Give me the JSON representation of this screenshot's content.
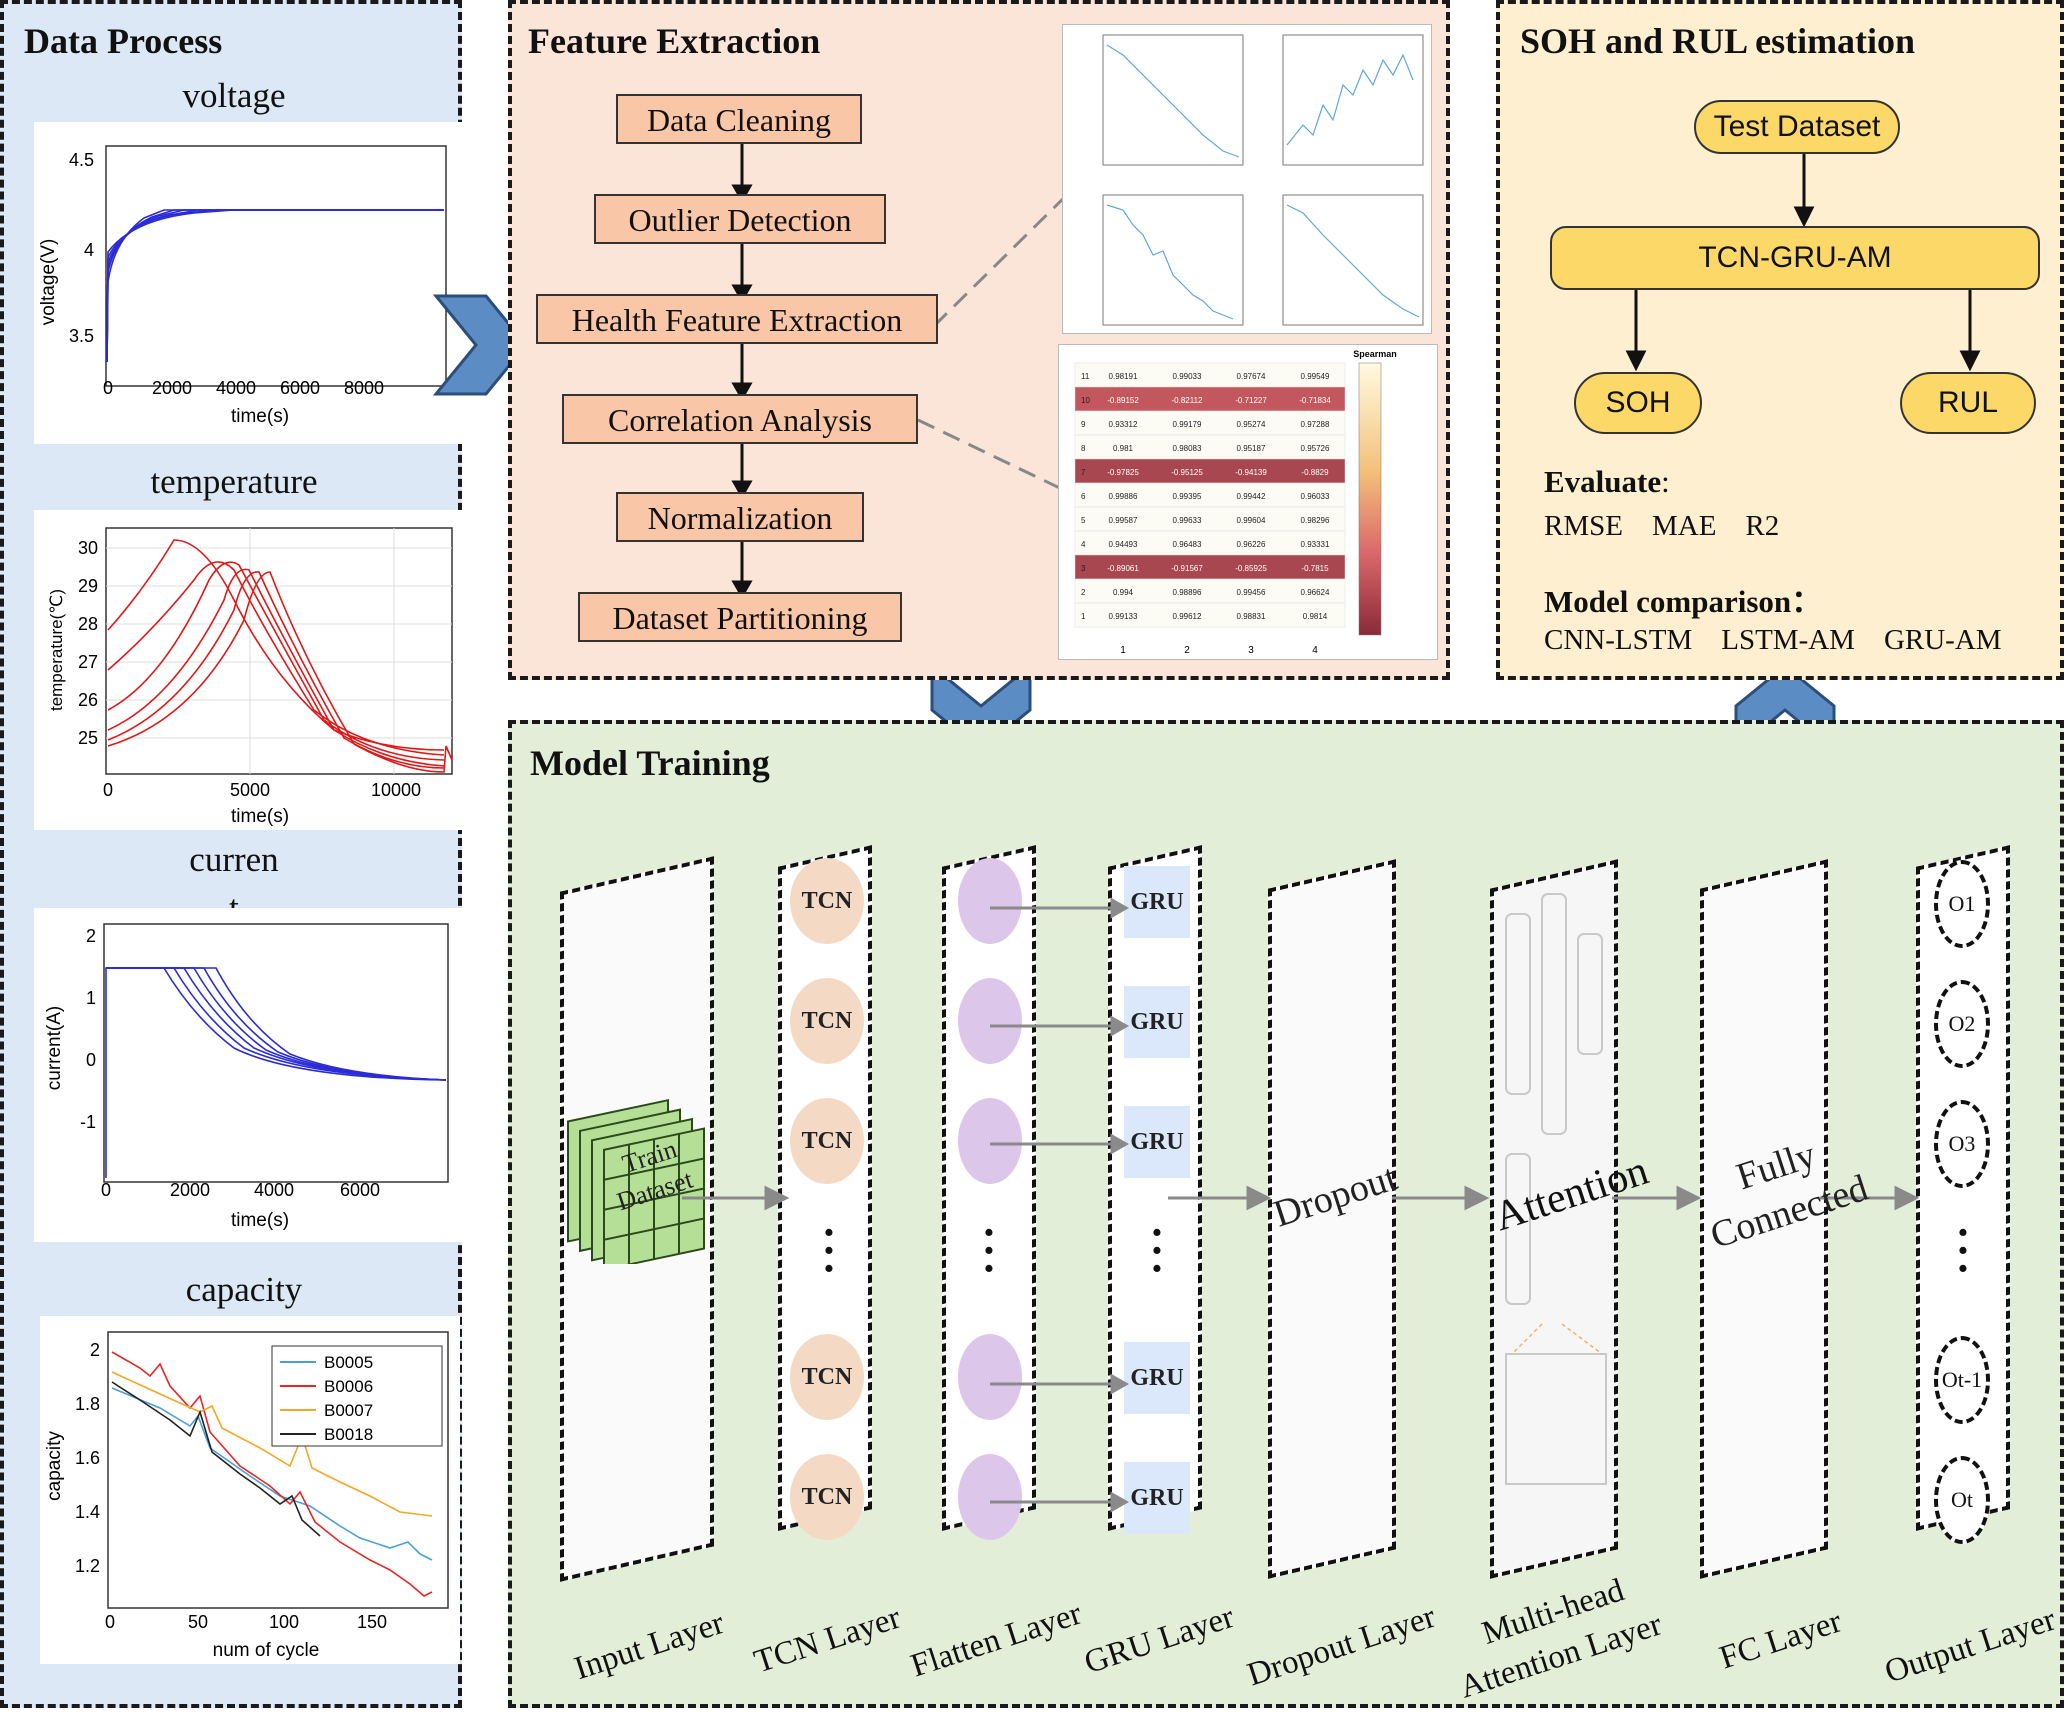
{
  "data_process": {
    "title": "Data Process",
    "voltage": {
      "label": "voltage",
      "ylabel": "voltage(V)",
      "xlabel": "time(s)",
      "yticks": [
        "4.5",
        "4",
        "3.5"
      ],
      "xticks": [
        "0",
        "2000",
        "4000",
        "6000",
        "8000"
      ]
    },
    "temperature": {
      "label": "temperature",
      "ylabel": "temperature(℃)",
      "xlabel": "time(s)",
      "yticks": [
        "30",
        "29",
        "28",
        "27",
        "26",
        "25"
      ],
      "xticks": [
        "0",
        "5000",
        "10000"
      ]
    },
    "current": {
      "label_line1": "curren",
      "label_line2": "t",
      "ylabel": "current(A)",
      "xlabel": "time(s)",
      "yticks": [
        "2",
        "1",
        "0",
        "-1"
      ],
      "xticks": [
        "0",
        "2000",
        "4000",
        "6000"
      ]
    },
    "capacity": {
      "label": "capacity",
      "ylabel": "capacity",
      "xlabel": "num of cycle",
      "yticks": [
        "2",
        "1.8",
        "1.6",
        "1.4",
        "1.2"
      ],
      "xticks": [
        "0",
        "50",
        "100",
        "150"
      ],
      "legend": [
        "B0005",
        "B0006",
        "B0007",
        "B0018"
      ]
    }
  },
  "feature_extraction": {
    "title": "Feature Extraction",
    "steps": [
      "Data Cleaning",
      "Outlier Detection",
      "Health Feature Extraction",
      "Correlation Analysis",
      "Normalization",
      "Dataset Partitioning"
    ],
    "heatmap": {
      "title": "Spearman",
      "rows": [
        [
          "11",
          "0.98191",
          "0.99033",
          "0.97674",
          "0.99549"
        ],
        [
          "10",
          "-0.89152",
          "-0.82112",
          "-0.71227",
          "-0.71834"
        ],
        [
          "9",
          "0.93312",
          "0.99179",
          "0.95274",
          "0.97288"
        ],
        [
          "8",
          "0.981",
          "0.98083",
          "0.95187",
          "0.95726"
        ],
        [
          "7",
          "-0.97825",
          "-0.95125",
          "-0.94139",
          "-0.8829"
        ],
        [
          "6",
          "0.99886",
          "0.99395",
          "0.99442",
          "0.96033"
        ],
        [
          "5",
          "0.99587",
          "0.99633",
          "0.99604",
          "0.98296"
        ],
        [
          "4",
          "0.94493",
          "0.96483",
          "0.96226",
          "0.93331"
        ],
        [
          "3",
          "-0.89061",
          "-0.91567",
          "-0.85925",
          "-0.7815"
        ],
        [
          "2",
          "0.994",
          "0.98896",
          "0.99456",
          "0.96624"
        ],
        [
          "1",
          "0.99133",
          "0.99612",
          "0.98831",
          "0.9814"
        ]
      ],
      "cols": [
        "1",
        "2",
        "3",
        "4"
      ]
    }
  },
  "soh_rul": {
    "title": "SOH and RUL estimation",
    "test_dataset": "Test Dataset",
    "model": "TCN-GRU-AM",
    "soh": "SOH",
    "rul": "RUL",
    "evaluate_label": "Evaluate",
    "evaluate_colon": ":",
    "metrics": "RMSE    MAE    R2",
    "comparison_label": "Model comparison",
    "comparison_colon": "：",
    "comparison_models": "CNN-LSTM    LSTM-AM    GRU-AM"
  },
  "model_training": {
    "title": "Model Training",
    "train_dataset_line1": "Train",
    "train_dataset_line2": "Dataset",
    "tcn": "TCN",
    "gru": "GRU",
    "dropout": "Dropout",
    "attention": "Attention",
    "fc_line1": "Fully",
    "fc_line2": "Connected",
    "outputs": [
      "O1",
      "O2",
      "O3",
      "Ot-1",
      "Ot"
    ],
    "layer_names": [
      "Input Layer",
      "TCN Layer",
      "Flatten Layer",
      "GRU Layer",
      "Dropout Layer",
      "Multi-head Attention Layer",
      "FC Layer",
      "Output Layer"
    ],
    "attention_line1": "Multi-head",
    "attention_line2": "Attention Layer"
  },
  "colors": {
    "data_panel_bg": "#dce8f5",
    "feature_panel_bg": "#fbe5d8",
    "soh_panel_bg": "#fdefcf",
    "training_panel_bg": "#e3eed8",
    "step_box": "#f9c7a7",
    "yellow_box": "#fbd867",
    "arrow_blue": "#5b8cc4",
    "voltage_line": "#2b2bd9",
    "temperature_line": "#e01818"
  }
}
